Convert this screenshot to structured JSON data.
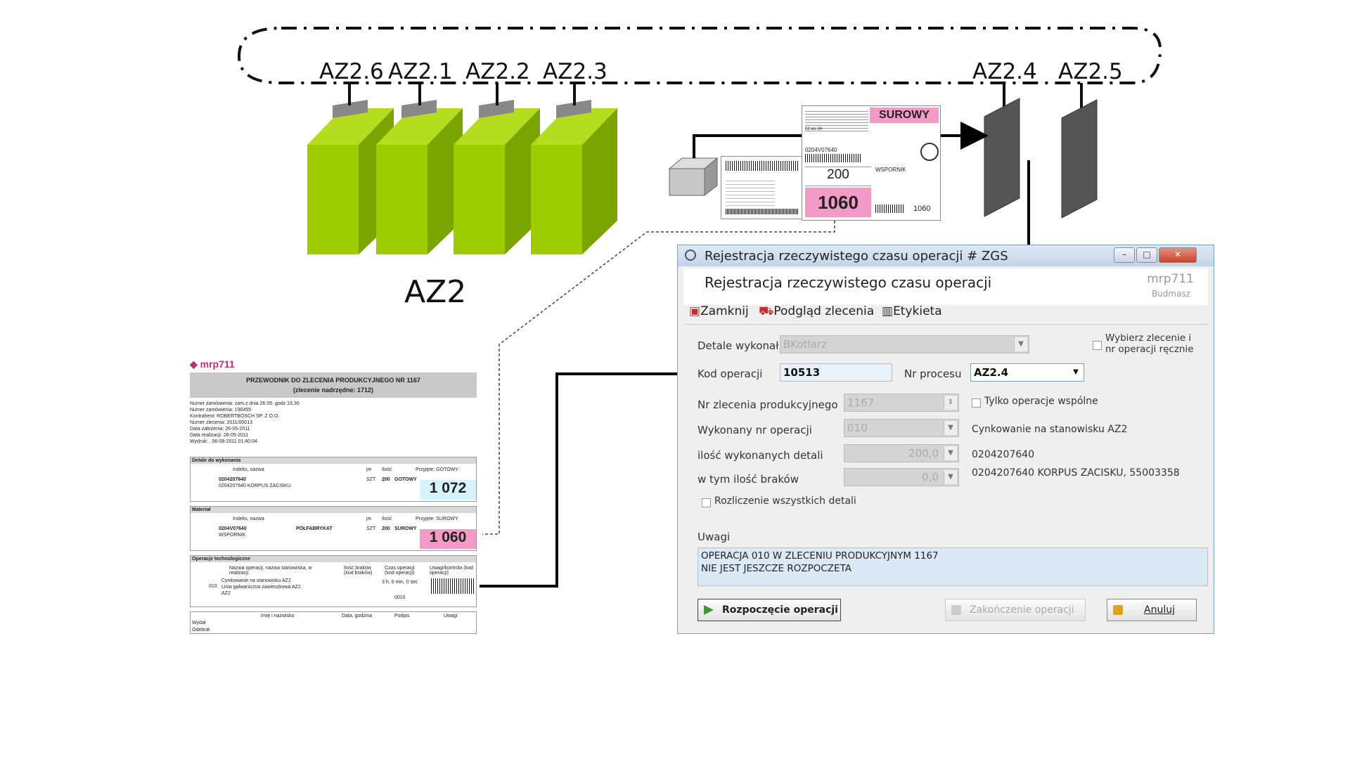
{
  "stations": {
    "az26": "AZ2.6",
    "az21": "AZ2.1",
    "az22": "AZ2.2",
    "az23": "AZ2.3",
    "az24": "AZ2.4",
    "az25": "AZ2.5"
  },
  "group_label": "AZ2",
  "label_sheet": {
    "status": "SUROWY",
    "code": "0204V07640",
    "qty": "200",
    "num": "1060",
    "part": "WSPORNIK",
    "small_num": "1060",
    "line_small": "02 ws 24"
  },
  "document": {
    "logo": "mrp711",
    "title": "PRZEWODNIK DO ZLECENIA PRODUKCYJNEGO NR 1167",
    "subtitle": "(zlecenie nadrzędne: 1712)",
    "meta": [
      "Numer zamówienia: zam.z dnia 26.05. godz.19,30",
      "Numer zamówienia: 190455",
      "Kontrahent: ROBERTBOSCH SP. Z O.O.",
      "Numer zlecenia: 2011/00013",
      "Data założenia: 26-05-2011",
      "Data realizacji: 26-05-2011",
      "Wydruk: , 06-08-2011 01:40:04"
    ],
    "section1": {
      "title": "Detale do wykonania",
      "col_symbol": "Indeks, nazwa",
      "col_unit": "jm",
      "col_qty": "Ilość",
      "col_status": "Przyjęte: GOTOWY",
      "code": "0204207640",
      "name": "0204207640 KORPUS ZACISKU",
      "unit": "SZT",
      "qty": "200",
      "state": "GOTOWY",
      "big": "1 072"
    },
    "section2": {
      "title": "Materiał",
      "col_symbol": "Indeks, nazwa",
      "col_unit": "jm",
      "col_qty": "Ilość",
      "col_status": "Przyjęte: SUROWY",
      "code": "0204V07640",
      "name": "WSPORNIK",
      "material": "PÓŁFABRYKAT",
      "unit": "SZT",
      "qty": "200",
      "state": "SUROWY",
      "big": "1 060"
    },
    "section3": {
      "title": "Operacje technologiczne",
      "col_op": "Nazwa operacji, nazwa stanowiska, w realizacji",
      "col_braki": "Ilość braków (kod braków)",
      "col_czas": "Czas operacji (kod operacji)",
      "col_uwagi": "Uwagi/kontrola (kod operacji)",
      "op_no": "010",
      "op_line1": "Cynkowanie na stanowisku AZ2",
      "op_line2": "Linia galwaniczna zawieszkowa AZ2",
      "op_line3": "AZ2",
      "time": "3 h, 0 min, 0 sec",
      "code": "0010"
    },
    "footer": {
      "col1": "Imię i nazwisko",
      "col2": "Data, godzina",
      "col3": "Podpis",
      "col4": "Uwagi",
      "row1": "Wydał",
      "row2": "Odebrał"
    }
  },
  "dialog": {
    "window_title": "Rejestracja rzeczywistego czasu operacji # ZGS",
    "header_title": "Rejestracja rzeczywistego czasu operacji",
    "brand": "mrp711",
    "brand_sub": "Budmasz",
    "toolbar": {
      "close": "Zamknij",
      "preview": "Podgląd zlecenia",
      "label": "Etykieta"
    },
    "fields": {
      "performed_by_label": "Detale wykonał",
      "performed_by_value": "BKotlarz",
      "manual_select": "Wybierz zlecenie i nr operacji ręcznie",
      "op_code_label": "Kod operacji",
      "op_code_value": "10513",
      "process_label": "Nr procesu",
      "process_value": "AZ2.4",
      "order_label": "Nr zlecenia produkcyjnego",
      "order_value": "1167",
      "common_only": "Tylko operacje wspólne",
      "op_no_label": "Wykonany nr operacji",
      "op_no_value": "010",
      "op_desc": "Cynkowanie na stanowisku AZ2",
      "qty_label": "ilość wykonanych detali",
      "qty_value": "200,0",
      "part_code": "0204207640",
      "defects_label": "w tym ilość braków",
      "defects_value": "0,0",
      "part_desc": "0204207640 KORPUS ZACISKU, 55003358",
      "settle_all": "Rozliczenie wszystkich detali"
    },
    "notes_label": "Uwagi",
    "notes": [
      "OPERACJA 010 W ZLECENIU PRODUKCYJNYM 1167",
      "NIE JEST JESZCZE ROZPOCZETA"
    ],
    "buttons": {
      "start": "Rozpoczęcie operacji",
      "finish": "Zakończenie operacji",
      "cancel": "Anuluj"
    }
  },
  "colors": {
    "green_front": "#9dcd00",
    "green_side": "#7aa400",
    "dark_panel": "#555555",
    "pink": "#f39ac7",
    "dialog_border": "#7aa0c8"
  }
}
